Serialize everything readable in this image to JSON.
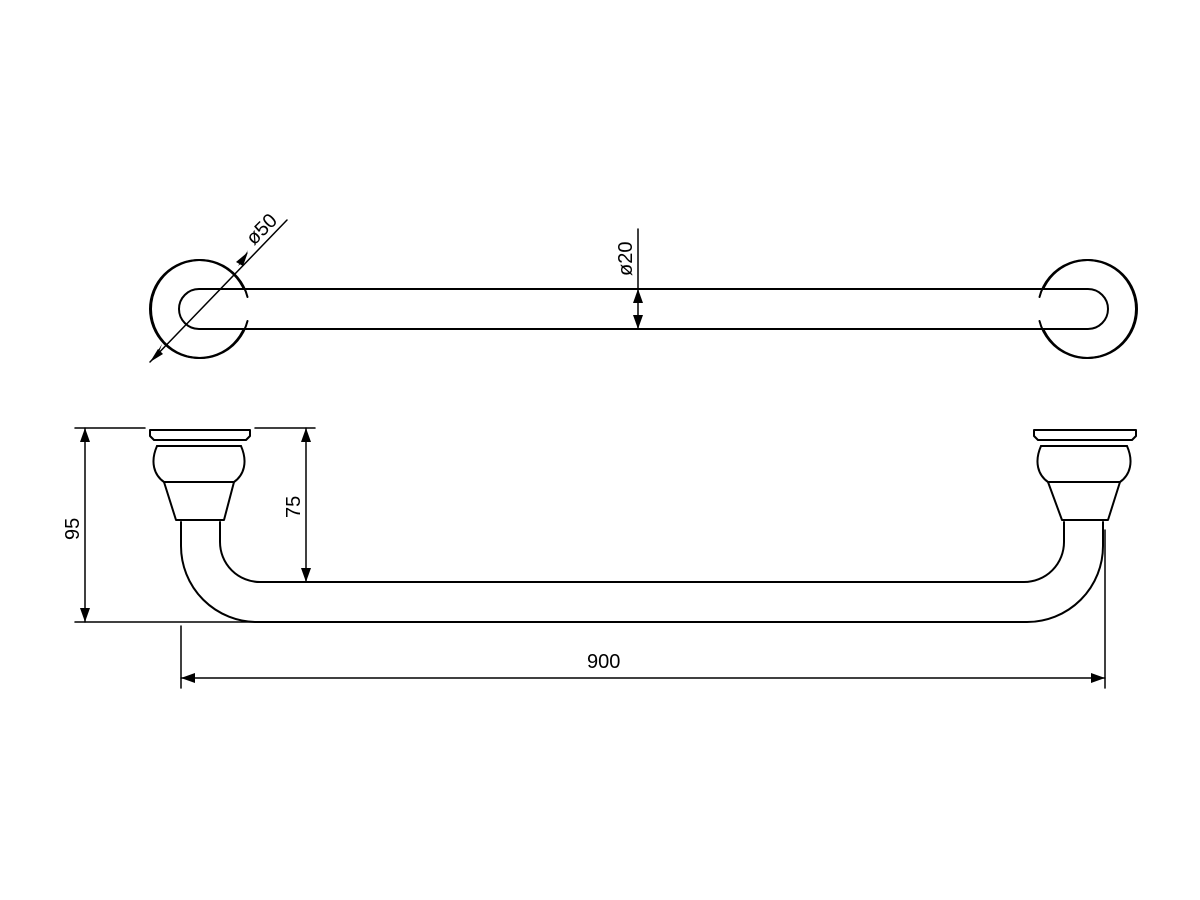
{
  "drawing": {
    "top_view": {
      "flange_diameter_label": "ø50",
      "bar_diameter_label": "ø20"
    },
    "side_view": {
      "overall_height_label": "95",
      "bar_projection_label": "75",
      "overall_length_label": "900"
    }
  }
}
